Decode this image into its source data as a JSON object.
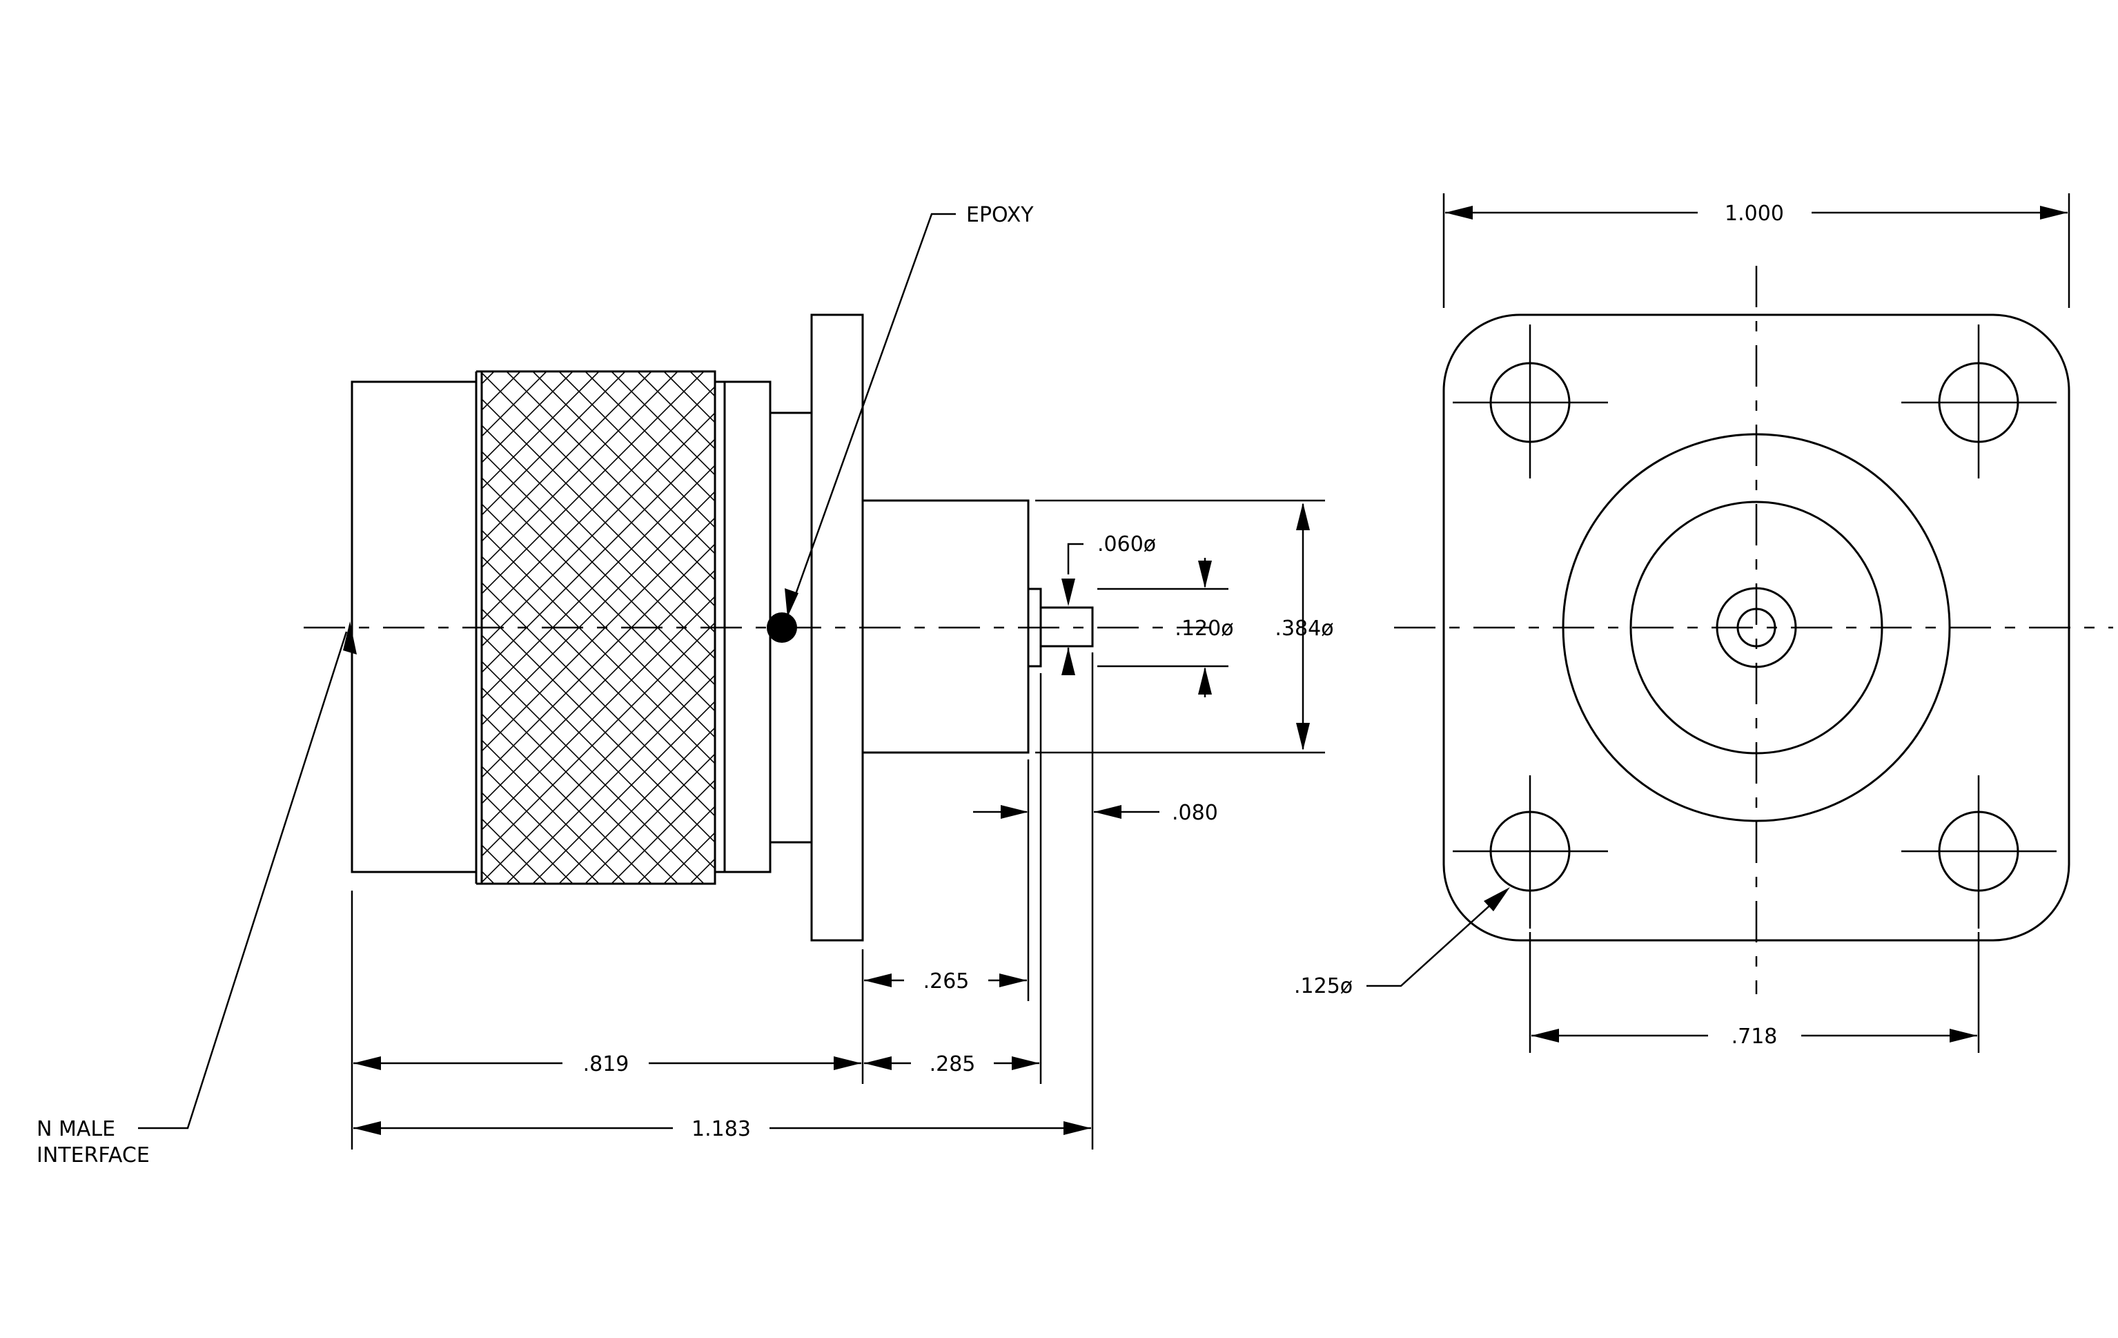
{
  "callouts": {
    "epoxy": "EPOXY",
    "n_male_line1": "N  MALE",
    "n_male_line2": "INTERFACE"
  },
  "dimensions": {
    "pin_dia": ".060ø",
    "insulator_dia": ".120ø",
    "body_dia": ".384ø",
    "pin_len": ".080",
    "body_len": ".265",
    "rear_len": ".285",
    "front_len": ".819",
    "overall_len": "1.183",
    "flange_width": "1.000",
    "hole_spacing": ".718",
    "hole_dia": ".125ø"
  },
  "colors": {
    "ink": "#000000",
    "paper": "#ffffff"
  }
}
